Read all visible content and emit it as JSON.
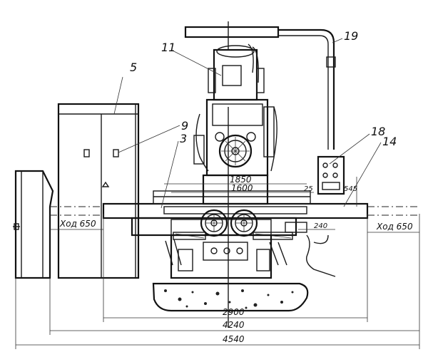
{
  "labels": {
    "l5": "5",
    "l9": "9",
    "l3": "3",
    "l11": "11",
    "l19": "19",
    "l18": "18",
    "l14": "14"
  },
  "dimensions": {
    "d1850": "1850",
    "d1600": "1600",
    "d25": "25",
    "d545": "545",
    "d240": "240",
    "stroke_left": "Ход 650",
    "stroke_right": "Ход 650",
    "d2900": "2900",
    "d4240": "4240",
    "d4540": "4540"
  }
}
